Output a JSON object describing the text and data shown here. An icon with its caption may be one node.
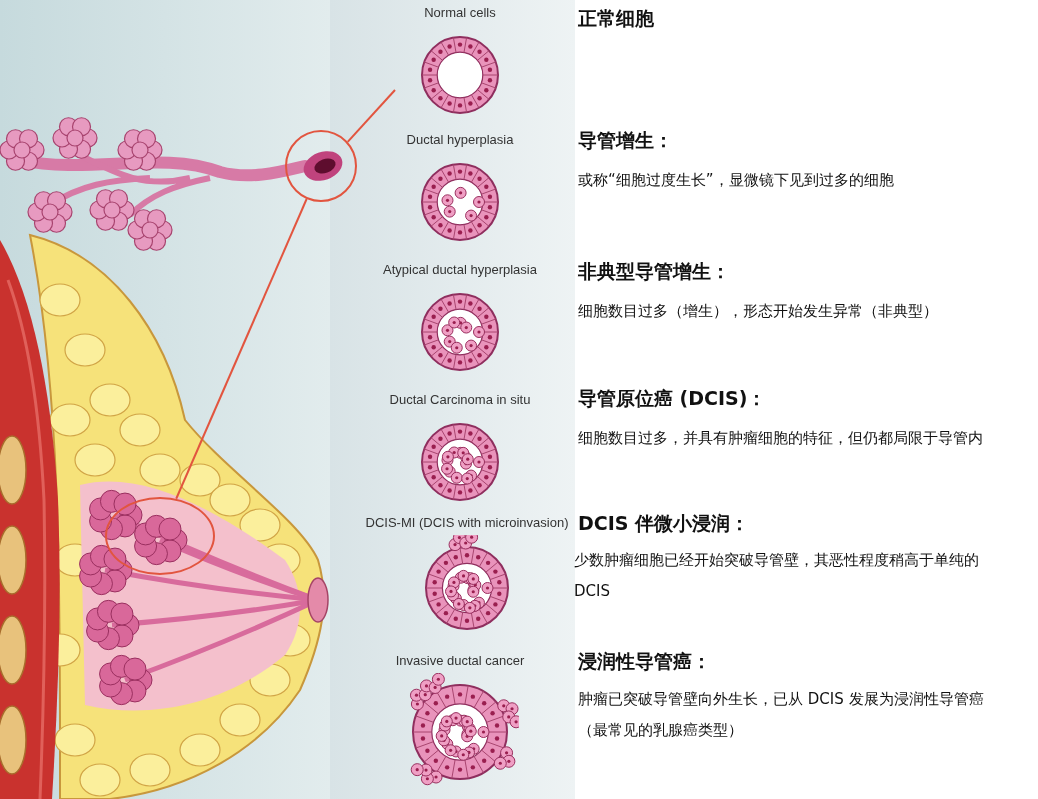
{
  "diagram": {
    "nodes": [
      {
        "text": [],
        "shape": "circle"
      },
      {
        "text": [],
        "shape": "circle"
      },
      {
        "text": [
          "Normal cells"
        ]
      },
      {
        "text": [
          "Ductal hyperplasia"
        ]
      },
      {
        "text": [
          "Atypical ductal hyperplasia"
        ]
      },
      {
        "text": [
          "Ductal Carcinoma in situ"
        ]
      },
      {
        "text": [
          "DCIS-MI (DCIS with microinvasion)"
        ]
      },
      {
        "text": [
          "Invasive ductal cancer"
        ]
      }
    ],
    "edges": [
      {
        "from": 0,
        "to": 1,
        "arrow": "none"
      },
      {
        "from": 1,
        "to": 2,
        "arrow": "none"
      }
    ],
    "labels": [
      "正常细胞",
      "导管增生：",
      "或称“细胞过度生长”，显微镜下见到过多的细胞",
      "非典型导管增生：",
      "细胞数目过多（增生），形态开始发生异常（非典型）",
      "导管原位癌 (DCIS)：",
      "细胞数目过多，并具有肿瘤细胞的特征，但仍都局限于导管内",
      "DCIS 伴微小浸润：",
      "少数肿瘤细胞已经开始突破导管壁，其恶性程度稍高于单纯的 DCIS",
      "浸润性导管癌：",
      "肿瘤已突破导管壁向外生长，已从 DCIS 发展为浸润性导管癌（最常见的乳腺癌类型）"
    ]
  }
}
